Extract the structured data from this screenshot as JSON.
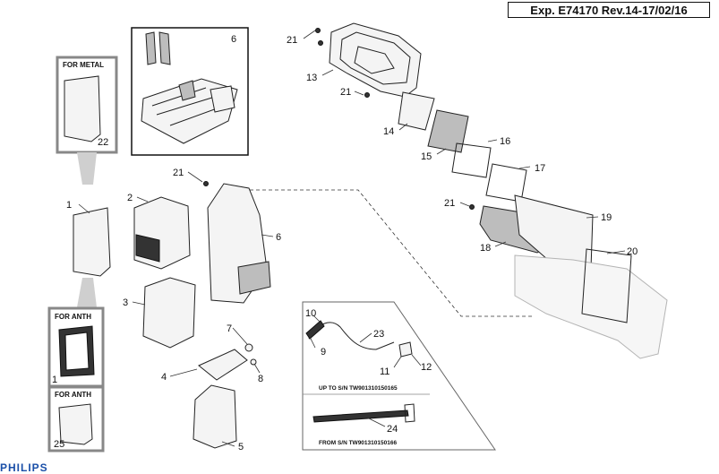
{
  "header": {
    "revision": "Exp. E74170 Rev.14-17/02/16"
  },
  "brand": "PHILIPS",
  "boxes": {
    "for_metal": "FOR METAL",
    "for_anth_top": "FOR ANTH",
    "for_anth_bottom": "FOR ANTH"
  },
  "serial_notes": {
    "up_to": "UP TO S/N TW901310150165",
    "from": "FROM S/N TW901310150166"
  },
  "callouts": [
    {
      "id": "c-6-top",
      "label": "6"
    },
    {
      "id": "c-21-a",
      "label": "21"
    },
    {
      "id": "c-13",
      "label": "13"
    },
    {
      "id": "c-21-b",
      "label": "21"
    },
    {
      "id": "c-14",
      "label": "14"
    },
    {
      "id": "c-16",
      "label": "16"
    },
    {
      "id": "c-15",
      "label": "15"
    },
    {
      "id": "c-17",
      "label": "17"
    },
    {
      "id": "c-21-c",
      "label": "21"
    },
    {
      "id": "c-19",
      "label": "19"
    },
    {
      "id": "c-18",
      "label": "18"
    },
    {
      "id": "c-20",
      "label": "20"
    },
    {
      "id": "c-22",
      "label": "22"
    },
    {
      "id": "c-1",
      "label": "1"
    },
    {
      "id": "c-21-d",
      "label": "21"
    },
    {
      "id": "c-2",
      "label": "2"
    },
    {
      "id": "c-6-mid",
      "label": "6"
    },
    {
      "id": "c-3",
      "label": "3"
    },
    {
      "id": "c-7",
      "label": "7"
    },
    {
      "id": "c-4",
      "label": "4"
    },
    {
      "id": "c-8",
      "label": "8"
    },
    {
      "id": "c-5",
      "label": "5"
    },
    {
      "id": "c-1-box",
      "label": "1"
    },
    {
      "id": "c-25",
      "label": "25"
    },
    {
      "id": "c-10",
      "label": "10"
    },
    {
      "id": "c-9",
      "label": "9"
    },
    {
      "id": "c-23",
      "label": "23"
    },
    {
      "id": "c-11",
      "label": "11"
    },
    {
      "id": "c-12",
      "label": "12"
    },
    {
      "id": "c-24",
      "label": "24"
    }
  ]
}
